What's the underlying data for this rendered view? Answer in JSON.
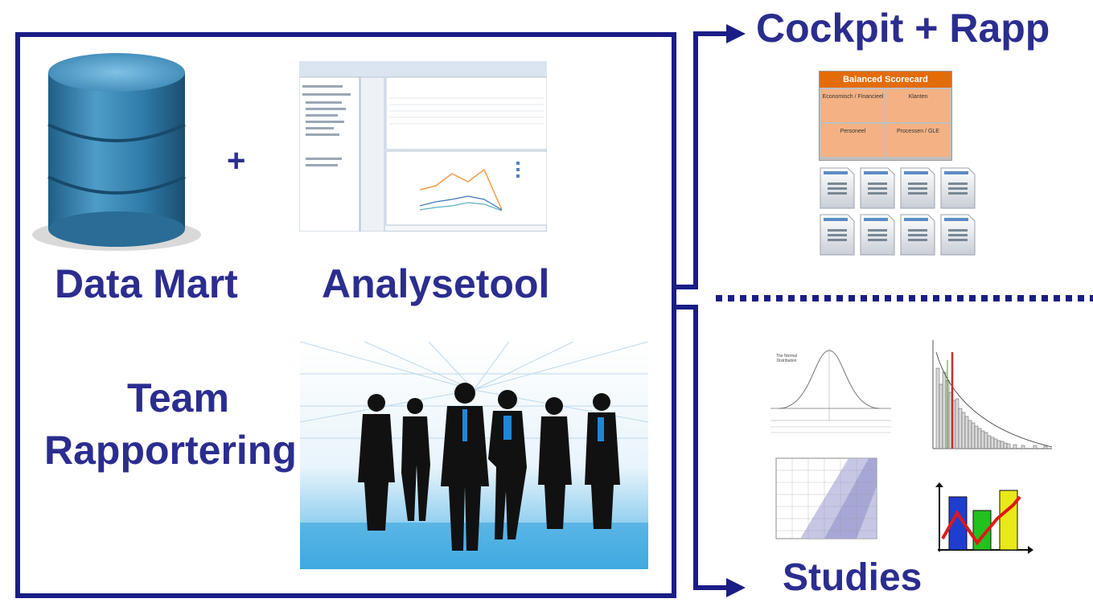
{
  "left_panel": {
    "data_mart_label": "Data Mart",
    "plus_sign": "+",
    "analysetool_label": "Analysetool",
    "team_line1": "Team",
    "team_line2": "Rapportering"
  },
  "right_panel": {
    "cockpit_label": "Cockpit + Rapp",
    "studies_label": "Studies",
    "scorecard": {
      "title": "Balanced Scorecard",
      "cells": [
        "Economisch / Financieel",
        "Klanten",
        "Personeel",
        "Processen / GLE"
      ]
    },
    "normal_dist_caption": "The Normal Distribution"
  },
  "colors": {
    "navy": "#2b2d8f",
    "frame": "#1a1d85",
    "scorecard_header": "#e36c09",
    "scorecard_cell": "#f4b183"
  }
}
